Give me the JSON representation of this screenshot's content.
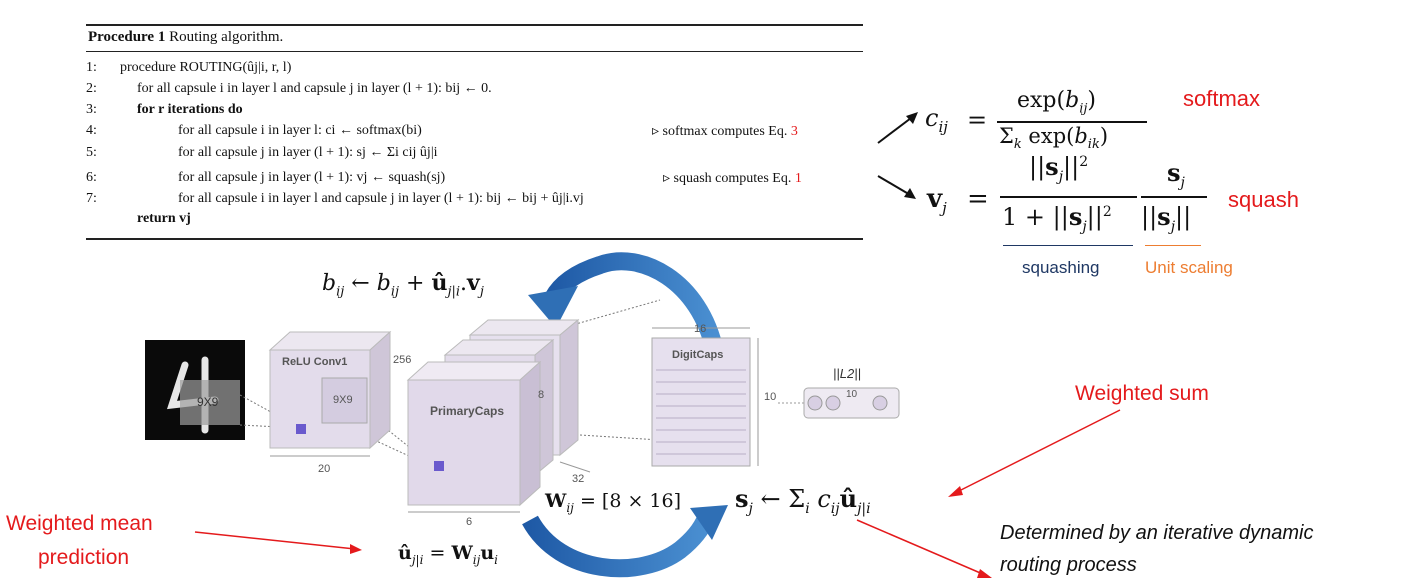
{
  "algorithm": {
    "header_bold": "Procedure 1",
    "header_rest": "Routing algorithm.",
    "lines": [
      {
        "no": "1:",
        "text": "procedure ROUTING(ûj|i, r, l)"
      },
      {
        "no": "2:",
        "text": "for all capsule i in layer l and capsule j in layer (l + 1): bij ← 0."
      },
      {
        "no": "3:",
        "text": "for r iterations do"
      },
      {
        "no": "4:",
        "text": "for all capsule i in layer l: ci ← softmax(bi)",
        "comment": "▹ softmax computes Eq. ",
        "ref": "3"
      },
      {
        "no": "5:",
        "text": "for all capsule j in layer (l + 1): sj ← Σi cij ûj|i"
      },
      {
        "no": "6:",
        "text": "for all capsule j in layer (l + 1): vj ← squash(sj)",
        "comment": "▹ squash computes Eq. ",
        "ref": "1"
      },
      {
        "no": "7:",
        "text": "for all capsule i in layer l and capsule j in layer (l + 1): bij ← bij + ûj|i.vj"
      },
      {
        "no": "",
        "text": "return vj"
      }
    ]
  },
  "equations": {
    "softmax_label": "softmax",
    "squash_label": "squash",
    "squashing_caption": "squashing",
    "unit_scaling_caption": "Unit scaling"
  },
  "network": {
    "update_rule": "bij ← bij + ûj|i.vj",
    "input_kernel": "9X9",
    "conv1_label": "ReLU Conv1",
    "conv1_depth": "256",
    "conv1_kernel": "9X9",
    "conv1_width": "20",
    "primary_label": "PrimaryCaps",
    "primary_depth": "8",
    "primary_count": "32",
    "primary_width": "6",
    "digit_label": "DigitCaps",
    "digit_width": "16",
    "digit_height": "10",
    "l2_label": "||L2||",
    "l2_count": "10",
    "weight_label": "Wij = [8 × 16]",
    "prediction_eq": "ûj|i = Wij ui",
    "sum_eq": "sj ← Σi cij ûj|i"
  },
  "annotations": {
    "weighted_sum": "Weighted sum",
    "weighted_mean_line1": "Weighted mean",
    "weighted_mean_line2": "prediction",
    "routing_line1": "Determined by an iterative dynamic",
    "routing_line2": "routing process"
  },
  "colors": {
    "annotation_red": "#e41a1c",
    "squashing_navy": "#1f3864",
    "unit_scaling_orange": "#ed7d31",
    "routing_arrow_blue": "#2f6fb5",
    "capsule_lavender": "#d9d0e3"
  }
}
